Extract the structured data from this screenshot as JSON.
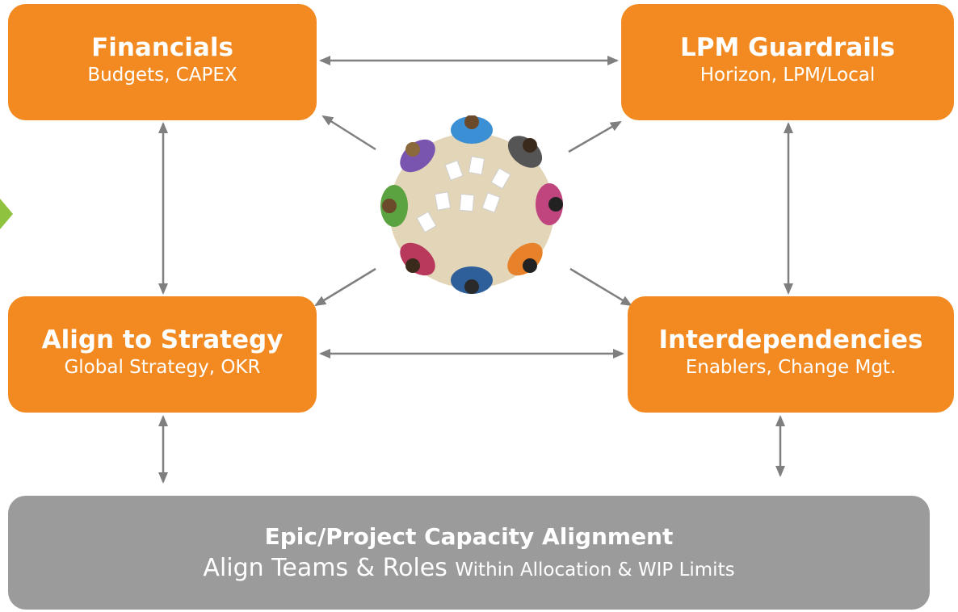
{
  "nodes": {
    "financials": {
      "title": "Financials",
      "subtitle": "Budgets, CAPEX"
    },
    "lpm_guardrails": {
      "title": "LPM Guardrails",
      "subtitle": "Horizon, LPM/Local"
    },
    "align_to_strategy": {
      "title": "Align to Strategy",
      "subtitle": "Global Strategy, OKR"
    },
    "interdependencies": {
      "title": "Interdependencies",
      "subtitle": "Enablers, Change Mgt."
    },
    "capacity": {
      "title": "Epic/Project Capacity Alignment",
      "subtitle_main": "Align Teams & Roles",
      "subtitle_small": "Within Allocation & WIP Limits"
    }
  },
  "colors": {
    "node_fill": "#f28a21",
    "capacity_fill": "#9b9b9b",
    "connector": "#7f7f7f",
    "side_marker": "#8fc23f",
    "table": "#e2d5b8"
  },
  "illustration": {
    "subject": "people-around-meeting-table",
    "participant_colors": [
      "#3b8fd4",
      "#555555",
      "#c0457e",
      "#e8822a",
      "#2f5f9a",
      "#b8395b",
      "#5aa340",
      "#7a55b0"
    ]
  }
}
